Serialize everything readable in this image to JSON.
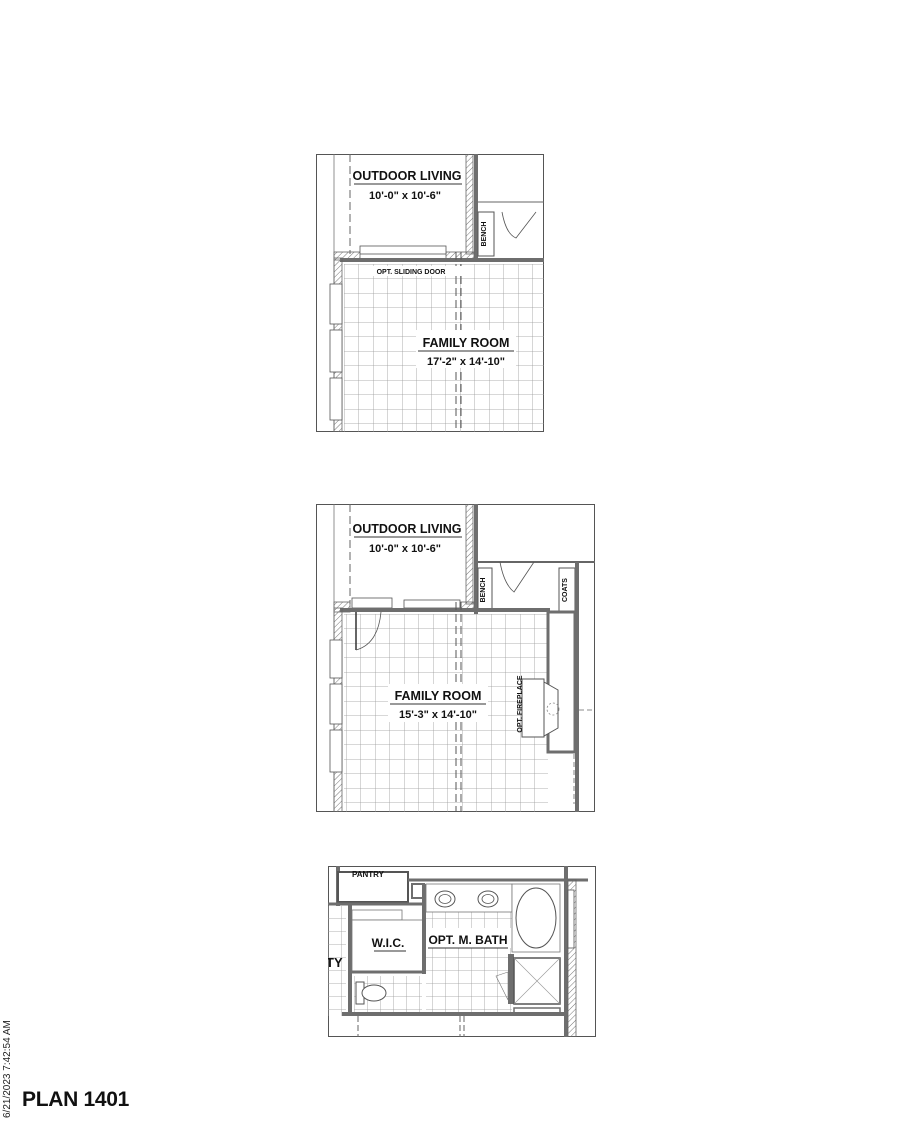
{
  "panels": [
    {
      "id": "family-room-option-1",
      "rooms": [
        {
          "name": "OUTDOOR LIVING",
          "dims": "10'-0\" x 10'-6\""
        },
        {
          "name": "FAMILY ROOM",
          "dims": "17'-2\" x 14'-10\""
        }
      ],
      "annotations": [
        "OPT. SLIDING DOOR",
        "BENCH"
      ]
    },
    {
      "id": "family-room-option-2",
      "rooms": [
        {
          "name": "OUTDOOR LIVING",
          "dims": "10'-0\" x 10'-6\""
        },
        {
          "name": "FAMILY ROOM",
          "dims": "15'-3\" x 14'-10\""
        }
      ],
      "annotations": [
        "BENCH",
        "COATS",
        "OPT. FIREPLACE"
      ]
    },
    {
      "id": "master-bath-option",
      "rooms": [
        {
          "name": "PANTRY"
        },
        {
          "name": "W.I.C."
        },
        {
          "name": "OPT. M. BATH"
        },
        {
          "name": "TY"
        }
      ]
    }
  ],
  "footer": {
    "plan_title": "PLAN 1401",
    "timestamp": "6/21/2023 7:42:54 AM"
  },
  "colors": {
    "wall": "#6e6e6e",
    "hatch": "#777777",
    "grid": "#9a9a9a",
    "line": "#444444"
  }
}
